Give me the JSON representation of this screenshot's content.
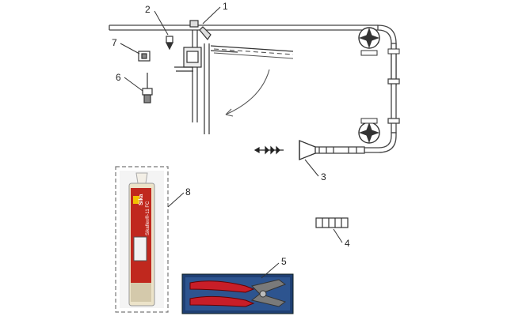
{
  "callouts": {
    "c1": "1",
    "c2": "2",
    "c3": "3",
    "c4": "4",
    "c5": "5",
    "c6": "6",
    "c7": "7",
    "c8": "8"
  },
  "cartridge": {
    "brand_text": "Sika",
    "product_text": "Sikaflex®-11 FC"
  },
  "colors": {
    "line": "#444444",
    "pipe_fill": "#ffffff",
    "cartridge_red": "#c0281e",
    "cartridge_cream": "#ece3c9",
    "pliers_red": "#c81e28",
    "tray_blue": "#1f3f73",
    "dashed_frame": "#777777"
  }
}
